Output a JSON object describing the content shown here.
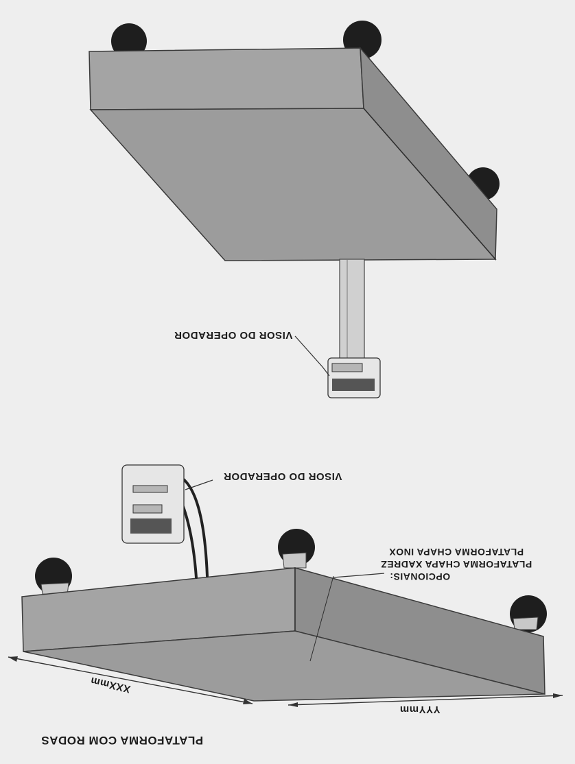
{
  "title": "PLATAFORMA COM RODAS",
  "dimensions": {
    "length_label": "XXXmm",
    "width_label": "YYYmm"
  },
  "labels": {
    "operator_display_top": "VISOR DO OPERADOR",
    "operator_display_bottom": "VISOR DO OPERADOR",
    "optionals_heading": "OPCIONAIS:",
    "option_checkered": "PLATAFORMA CHAPA XADREZ",
    "option_stainless": "PLATAFORMA CHAPA INOX"
  },
  "colors": {
    "background": "#eeeeee",
    "platform": "#9c9c9c",
    "wheel": "#1e1e1e",
    "line": "#333333"
  },
  "orientation": "rotated 180 degrees"
}
